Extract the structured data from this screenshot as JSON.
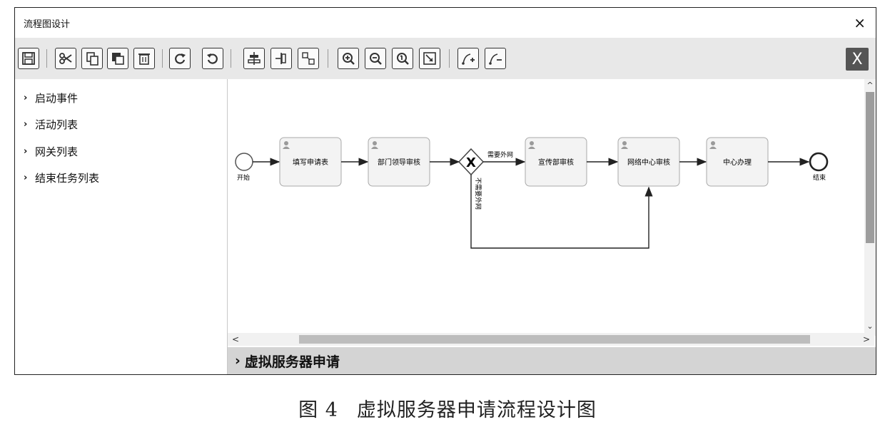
{
  "window": {
    "title": "流程图设计",
    "close_glyph": "×"
  },
  "toolbar": {
    "buttons": [
      {
        "icon": "save-icon"
      },
      {
        "icon": "cut-icon"
      },
      {
        "icon": "copy-icon"
      },
      {
        "icon": "paste-icon"
      },
      {
        "icon": "delete-icon"
      },
      {
        "icon": "redo-icon"
      },
      {
        "icon": "undo-icon"
      },
      {
        "icon": "align-icon"
      },
      {
        "icon": "distribute-icon"
      },
      {
        "icon": "group-icon"
      },
      {
        "icon": "zoom-in-icon"
      },
      {
        "icon": "zoom-out-icon"
      },
      {
        "icon": "zoom-actual-icon"
      },
      {
        "icon": "fit-icon"
      },
      {
        "icon": "add-connector-icon"
      },
      {
        "icon": "remove-connector-icon"
      }
    ],
    "close_label": "X"
  },
  "sidebar": {
    "items": [
      {
        "label": "启动事件"
      },
      {
        "label": "活动列表"
      },
      {
        "label": "网关列表"
      },
      {
        "label": "结束任务列表"
      }
    ]
  },
  "diagram": {
    "start_label": "开始",
    "end_label": "结束",
    "tasks": [
      "填写申请表",
      "部门领导审核",
      "宣传部审核",
      "网络中心审核",
      "中心办理"
    ],
    "gateway_symbol": "X",
    "flow_yes": "需要外网",
    "flow_no": "不需要外网"
  },
  "process": {
    "name": "虚拟服务器申请"
  },
  "caption": {
    "figure_no": "图 4",
    "text": "虚拟服务器申请流程设计图"
  },
  "scroll": {
    "up": "^",
    "down": "⌄",
    "left": "<",
    "right": ">"
  }
}
